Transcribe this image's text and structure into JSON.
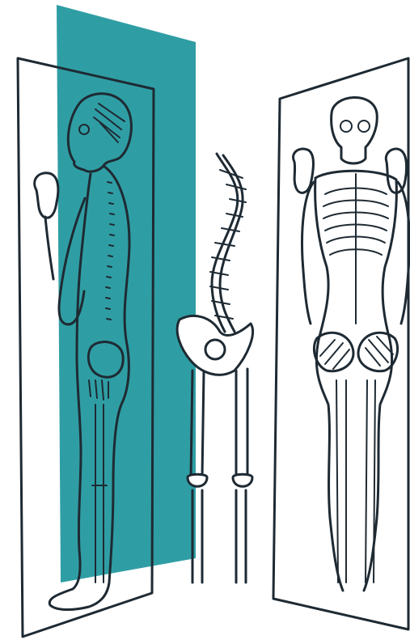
{
  "illustration": {
    "colors": {
      "ink": "#1e2a33",
      "accent_plane": "#2f9ea4",
      "background": "#ffffff"
    },
    "panels": [
      "side-view-panel",
      "spine-pelvis-legs",
      "front-view-panel"
    ]
  }
}
